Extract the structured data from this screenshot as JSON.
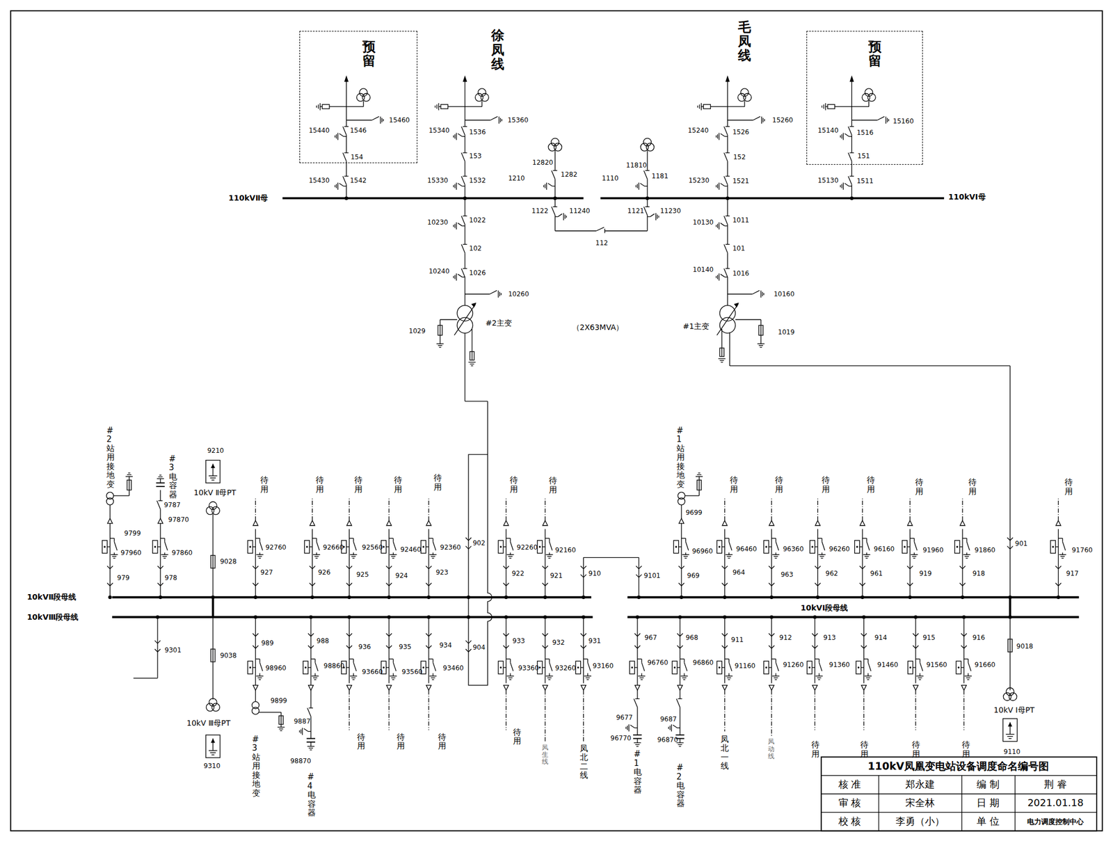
{
  "diagram": {
    "title": "110kV凤凰变电站设备调度命名编号图",
    "nodes": [
      {
        "text": [
          "预留"
        ]
      },
      {
        "text": [
          "预留"
        ]
      }
    ],
    "labels": [
      "徐凤线",
      "毛凤线",
      "15460",
      "15440",
      "1546",
      "154",
      "15430",
      "1542",
      "15360",
      "15340",
      "1536",
      "153",
      "15330",
      "1532",
      "12820",
      "1282",
      "1210",
      "1122",
      "11240",
      "11810",
      "1181",
      "1110",
      "1121",
      "11230",
      "112",
      "15260",
      "15240",
      "1526",
      "152",
      "15230",
      "1521",
      "15160",
      "15140",
      "1516",
      "151",
      "15130",
      "1511",
      "110kVⅡ母",
      "110kVⅠ母",
      "10230",
      "1022",
      "102",
      "10240",
      "1026",
      "10260",
      "#2主变",
      "1029",
      "（2X63MVA）",
      "10130",
      "1011",
      "101",
      "10140",
      "1016",
      "10160",
      "#1主变",
      "1019",
      "#2站用接地变",
      "9799",
      "97960",
      "979",
      "#3电容器",
      "9787",
      "97870",
      "97860",
      "978",
      "9210",
      "10kV Ⅱ母PT",
      "9028",
      "待用",
      "92760",
      "927",
      "待用",
      "92660",
      "926",
      "待用",
      "92560",
      "925",
      "待用",
      "92460",
      "924",
      "待用",
      "92360",
      "923",
      "902",
      "待用",
      "92260",
      "922",
      "待用",
      "92160",
      "921",
      "910",
      "9101",
      "#1站用接地变",
      "9699",
      "96960",
      "969",
      "待用",
      "96460",
      "964",
      "待用",
      "96360",
      "963",
      "待用",
      "96260",
      "962",
      "待用",
      "96160",
      "961",
      "待用",
      "91960",
      "919",
      "待用",
      "91860",
      "918",
      "901",
      "待用",
      "91760",
      "917",
      "10kVⅡ段母线",
      "10kVⅢ段母线",
      "10kVⅠ段母线",
      "9301",
      "9038",
      "10kV Ⅲ母PT",
      "9310",
      "989",
      "98960",
      "9899",
      "#3站用接地变",
      "988",
      "98860",
      "9887",
      "98870",
      "#4电容器",
      "936",
      "93660",
      "待用",
      "935",
      "93560",
      "待用",
      "934",
      "93460",
      "待用",
      "904",
      "933",
      "93360",
      "待用",
      "932",
      "93260",
      "凤生线",
      "931",
      "93160",
      "凤北二线",
      "967",
      "96760",
      "9677",
      "96770",
      "#1电容器",
      "968",
      "96860",
      "9687",
      "96870",
      "#2电容器",
      "911",
      "91160",
      "凤北一线",
      "912",
      "91260",
      "凤动线",
      "913",
      "91360",
      "待用",
      "914",
      "91460",
      "待用",
      "915",
      "91560",
      "待用",
      "916",
      "91660",
      "待用",
      "9018",
      "10kV Ⅰ母PT",
      "9110",
      "核 准",
      "郑永建",
      "编 制",
      "荆 睿",
      "审 核",
      "宋全林",
      "日 期",
      "2021.01.18",
      "校 核",
      "李勇（小）",
      "单 位",
      "电力调度控制中心"
    ]
  }
}
